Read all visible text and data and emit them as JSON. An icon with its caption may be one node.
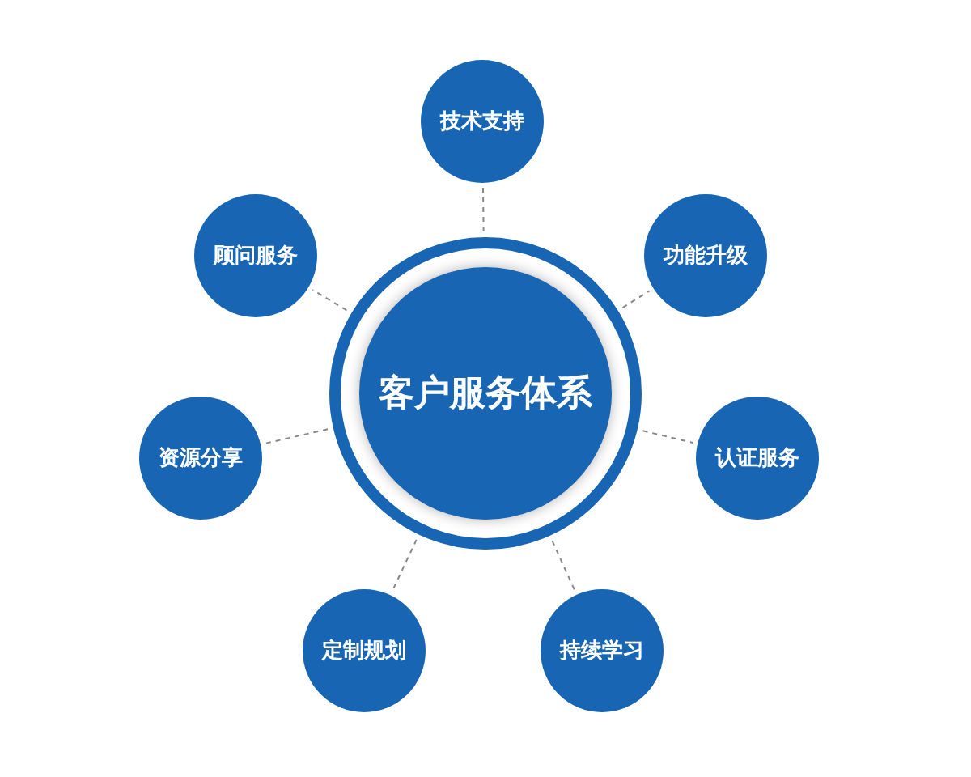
{
  "diagram": {
    "nodes": [
      {
        "text": [
          "客户服务体系"
        ]
      },
      {
        "text": [
          "技术支持"
        ]
      },
      {
        "text": [
          "功能升级"
        ]
      },
      {
        "text": [
          "认证服务"
        ]
      },
      {
        "text": [
          "持续学习"
        ]
      },
      {
        "text": [
          "定制规划"
        ]
      },
      {
        "text": [
          "资源分享"
        ]
      },
      {
        "text": [
          "顾问服务"
        ]
      }
    ],
    "edges": [
      {
        "from": 0,
        "to": 1,
        "arrow": "none",
        "style": "dashed"
      },
      {
        "from": 0,
        "to": 2,
        "arrow": "none",
        "style": "dashed"
      },
      {
        "from": 0,
        "to": 3,
        "arrow": "none",
        "style": "dashed"
      },
      {
        "from": 0,
        "to": 4,
        "arrow": "none",
        "style": "dashed"
      },
      {
        "from": 0,
        "to": 5,
        "arrow": "none",
        "style": "dashed"
      },
      {
        "from": 0,
        "to": 6,
        "arrow": "none",
        "style": "dashed"
      },
      {
        "from": 0,
        "to": 7,
        "arrow": "none",
        "style": "dashed"
      }
    ]
  }
}
